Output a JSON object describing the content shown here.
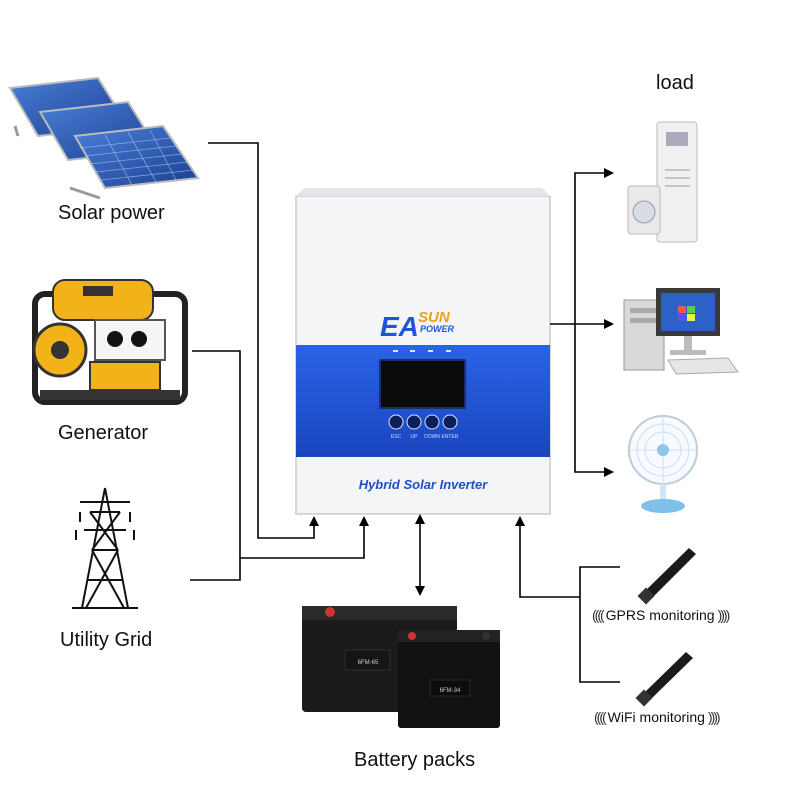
{
  "sources": {
    "solar": "Solar power",
    "generator": "Generator",
    "grid": "Utility Grid"
  },
  "storage": {
    "battery": "Battery packs"
  },
  "load": {
    "title": "load"
  },
  "monitoring": {
    "gprs": "GPRS monitoring",
    "wifi": "WiFi monitoring"
  },
  "inverter": {
    "brand_ea": "EA",
    "brand_sun": "SUN",
    "brand_power": "POWER",
    "title": "Hybrid Solar Inverter",
    "buttons": [
      "ESC",
      "UP",
      "DOWN",
      "ENTER"
    ],
    "accent_color": "#1f55d8"
  },
  "batteries": {
    "large_model": "6FM-65",
    "small_model": "6FM-34"
  }
}
